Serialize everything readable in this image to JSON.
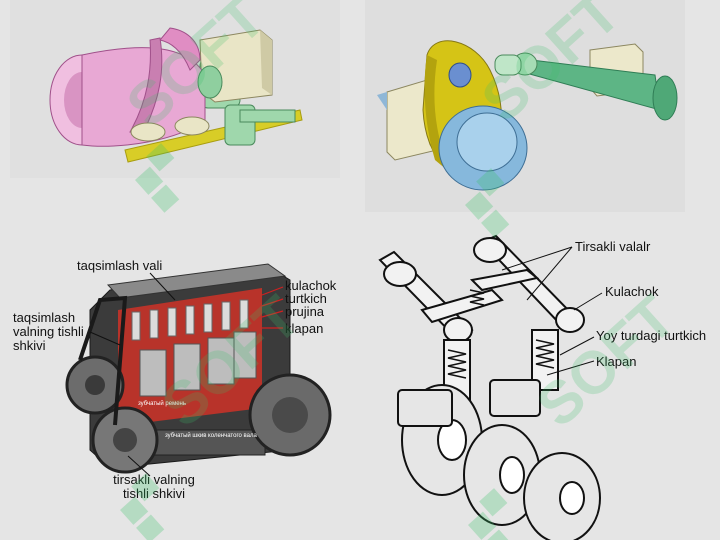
{
  "watermark": {
    "text": "SOFT",
    "color": "#3cc06a"
  },
  "colors": {
    "cam_yellow": "#d6c21a",
    "shaft_green": "#5fae7e",
    "pink_cam": "#e2a6cf",
    "bearing_cream": "#e8e4c0",
    "block_gray": "#3a3a3a",
    "cutaway_red": "#c0302a",
    "label_red": "#d02020"
  },
  "engine": {
    "labels": {
      "camshaft": "taqsimlash vali",
      "cam_pulley": "taqsimlash valning tishli shkivi",
      "crank_pulley": "tirsakli valning tishli shkivi",
      "cam_lobe": "kulachok",
      "pusher": "turtkich",
      "spring": "prujina",
      "valve": "klapan"
    },
    "internal": {
      "belt": "зубчатый ремень",
      "crank_pulley": "зубчатый шкив коленчатого вала"
    }
  },
  "rocker": {
    "labels": {
      "rocker_shafts": "Tirsakli valalr",
      "cam": "Kulachok",
      "spring_pusher": "Yoy turdagi turtkich",
      "valve": "Klapan"
    }
  }
}
